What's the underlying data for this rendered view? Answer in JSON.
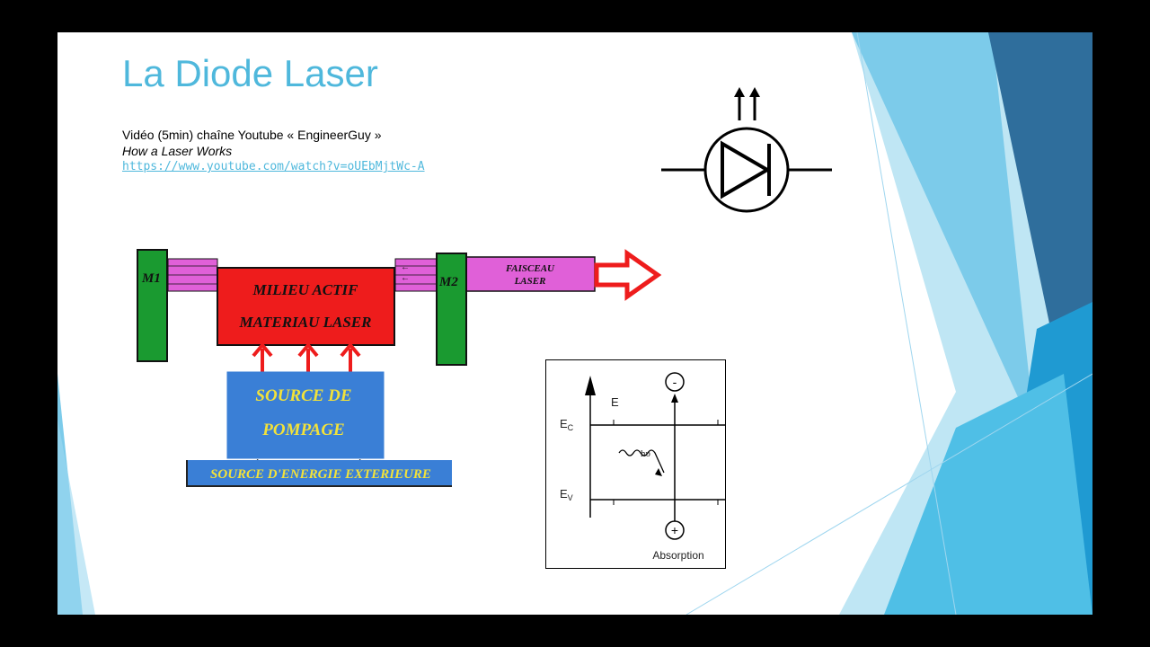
{
  "slide": {
    "title": "La Diode Laser",
    "video_line": "Vidéo (5min) chaîne Youtube « EngineerGuy »",
    "video_title": "How a Laser Works",
    "video_url": "https://www.youtube.com/watch?v=oUEbMjtWc-A"
  },
  "laser_diagram": {
    "mirror1": "M1",
    "mirror2": "M2",
    "active_medium_line1": "MILIEU ACTIF",
    "active_medium_line2": "MATERIAU  LASER",
    "beam_line1": "FAISCEAU",
    "beam_line2": "LASER",
    "pump_line1": "SOURCE  DE",
    "pump_line2": "POMPAGE",
    "energy_source": "SOURCE  D'ENERGIE  EXTERIEURE"
  },
  "band_diagram": {
    "energy_axis": "E",
    "conduction_band": "E",
    "conduction_sub": "C",
    "valence_band": "E",
    "valence_sub": "V",
    "photon": "hυ",
    "electron": "-",
    "hole": "+",
    "caption": "Absorption"
  },
  "colors": {
    "title": "#4fb8dc",
    "active_medium": "#ee1c1c",
    "mirror": "#1a9a30",
    "beam": "#e060d8",
    "pump": "#3a7fd6",
    "label_yellow": "#f2e23a"
  },
  "icons": [
    "laser-diode-symbol-icon",
    "lightning-icon",
    "hollow-arrow-icon"
  ]
}
